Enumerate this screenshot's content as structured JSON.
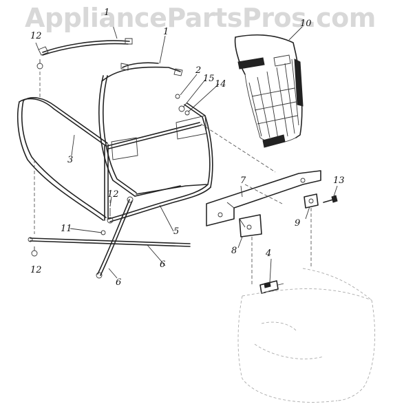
{
  "watermark": "AppliancePartsPros.com",
  "callouts": [
    {
      "id": "c1a",
      "label": "1"
    },
    {
      "id": "c1b",
      "label": "1"
    },
    {
      "id": "c2",
      "label": "2"
    },
    {
      "id": "c3",
      "label": "3"
    },
    {
      "id": "c4",
      "label": "4"
    },
    {
      "id": "c5",
      "label": "5"
    },
    {
      "id": "c6a",
      "label": "6"
    },
    {
      "id": "c6b",
      "label": "6"
    },
    {
      "id": "c7",
      "label": "7"
    },
    {
      "id": "c8",
      "label": "8"
    },
    {
      "id": "c9",
      "label": "9"
    },
    {
      "id": "c10",
      "label": "10"
    },
    {
      "id": "c11",
      "label": "11"
    },
    {
      "id": "c12a",
      "label": "12"
    },
    {
      "id": "c12b",
      "label": "12"
    },
    {
      "id": "c12c",
      "label": "12"
    },
    {
      "id": "c13",
      "label": "13"
    },
    {
      "id": "c14",
      "label": "14"
    },
    {
      "id": "c15",
      "label": "15"
    }
  ]
}
